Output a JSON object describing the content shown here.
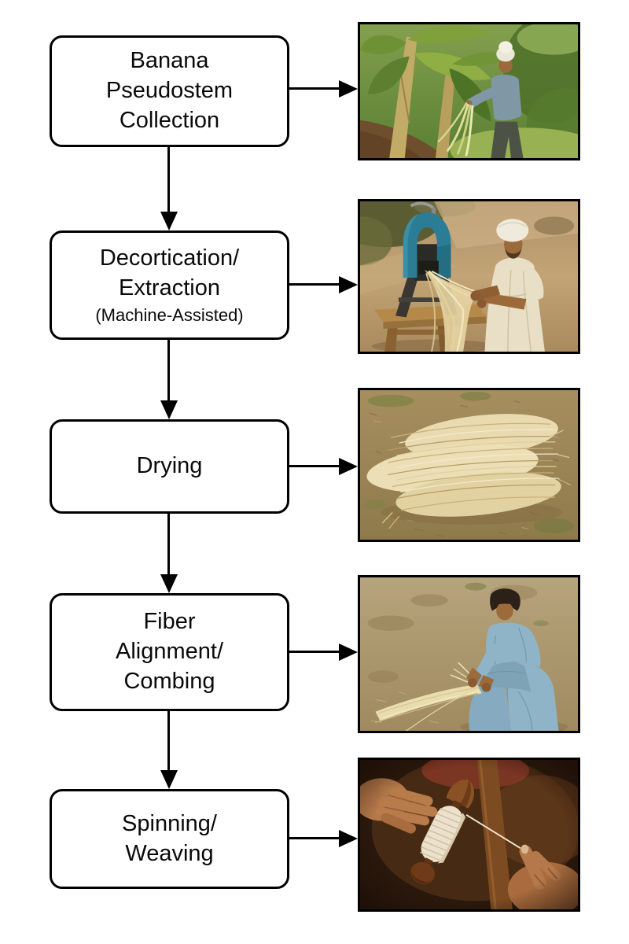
{
  "flowchart": {
    "nodes": [
      {
        "id": "collection",
        "label": "Banana\nPseudostem\nCollection",
        "sublabel": ""
      },
      {
        "id": "decortication",
        "label": "Decortication/\nExtraction",
        "sublabel": "(Machine-Assisted)"
      },
      {
        "id": "drying",
        "label": "Drying",
        "sublabel": ""
      },
      {
        "id": "alignment",
        "label": "Fiber\nAlignment/\nCombing",
        "sublabel": ""
      },
      {
        "id": "spinning",
        "label": "Spinning/\nWeaving",
        "sublabel": ""
      }
    ],
    "edges": [
      {
        "from": "collection",
        "to": "decortication"
      },
      {
        "from": "decortication",
        "to": "drying"
      },
      {
        "from": "drying",
        "to": "alignment"
      },
      {
        "from": "alignment",
        "to": "spinning"
      }
    ]
  },
  "photos": [
    {
      "id": "collection-photo",
      "alt": "Farmer in a tall white head-wrap and grey-blue shirt gathering pale banana pseudostem strips in a green banana grove"
    },
    {
      "id": "decortication-photo",
      "alt": "Man in a white turban and cream kurta feeding cream fibers through a teal decorticating machine on a wooden table beside a dirt road"
    },
    {
      "id": "drying-photo",
      "alt": "Heaps of cream banana fiber strands spread on dry brown ground to dry"
    },
    {
      "id": "alignment-photo",
      "alt": "Young man in a light blue kurta squatting on dry ground, combing and aligning a hank of pale fibers"
    },
    {
      "id": "spinning-photo",
      "alt": "Close-up of two hands spinning white thread wound on a wooden spindle against a dark background"
    }
  ],
  "colors": {
    "background": "#ffffff",
    "box_fill": "#ffffff",
    "box_border": "#000000",
    "arrow": "#000000",
    "text": "#111111",
    "machine_teal": "#2b7d95",
    "fiber_cream": "#e8d9ad",
    "kurta_blue": "#8fb0c2"
  }
}
